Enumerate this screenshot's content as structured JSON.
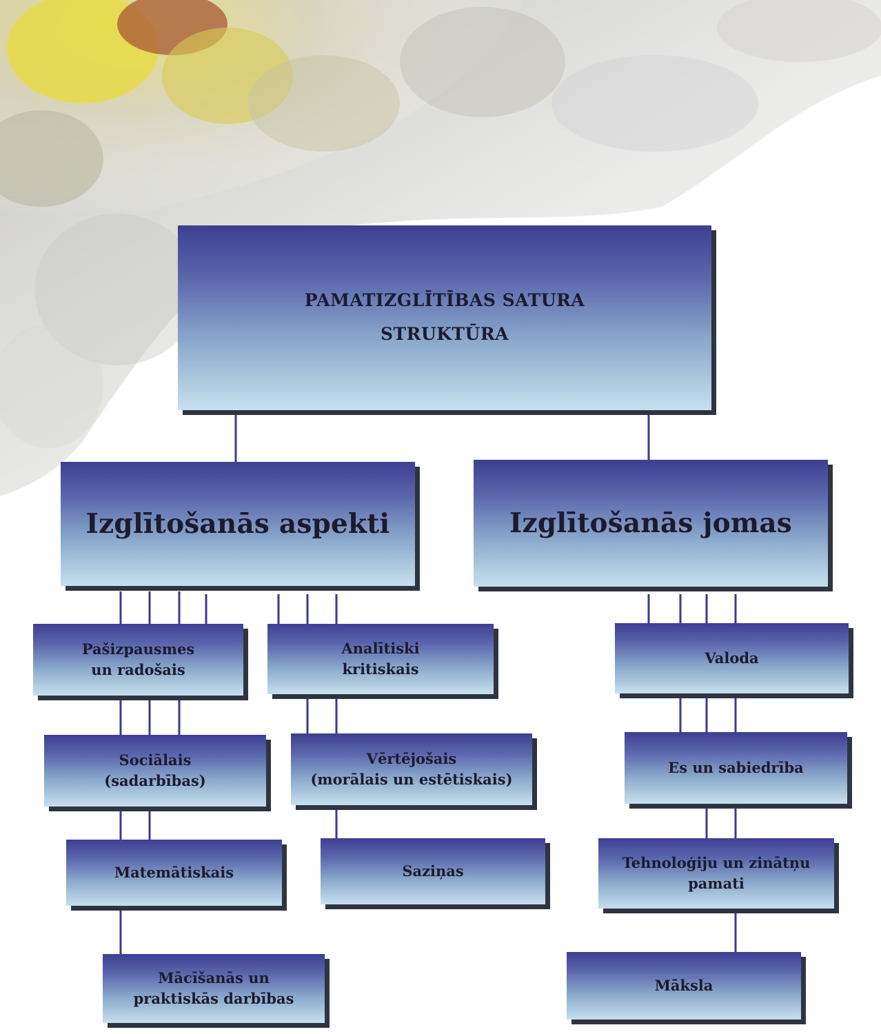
{
  "diagram": {
    "root": {
      "line1": "PAMATIZGLĪTĪBAS SATURA",
      "line2": "STRUKTŪRA"
    },
    "left_branch": {
      "title": "Izglītošanās aspekti",
      "items": [
        {
          "line1": "Pašizpausmes",
          "line2": "un radošais"
        },
        {
          "line1": "Analītiski",
          "line2": "kritiskais"
        },
        {
          "line1": "Sociālais",
          "line2": "(sadarbības)"
        },
        {
          "line1": "Vērtējošais",
          "line2": "(morālais un estētiskais)"
        },
        {
          "line1": "Matemātiskais"
        },
        {
          "line1": "Saziņas"
        },
        {
          "line1": "Mācīšanās un",
          "line2": "praktiskās darbības"
        }
      ]
    },
    "right_branch": {
      "title": "Izglītošanās jomas",
      "items": [
        {
          "line1": "Valoda"
        },
        {
          "line1": "Es un sabiedrība"
        },
        {
          "line1": "Tehnoloģiju un zinātņu",
          "line2": "pamati"
        },
        {
          "line1": "Māksla"
        }
      ]
    },
    "colors": {
      "box_top": "#3f3e92",
      "box_bottom": "#c7e0ee",
      "arrow": "#3c3a8c",
      "shadow": "#2e3540",
      "text": "#1b1b30"
    }
  }
}
